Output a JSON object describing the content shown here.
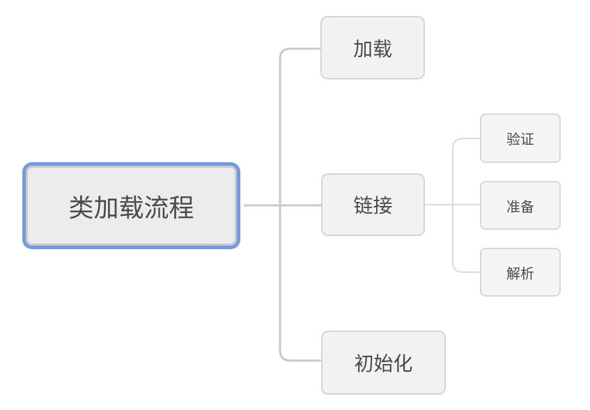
{
  "diagram": {
    "type": "mindmap",
    "root": {
      "label": "类加载流程",
      "selected": true
    },
    "children": [
      {
        "label": "加载",
        "children": []
      },
      {
        "label": "链接",
        "children": [
          {
            "label": "验证"
          },
          {
            "label": "准备"
          },
          {
            "label": "解析"
          }
        ]
      },
      {
        "label": "初始化",
        "children": []
      }
    ],
    "colors": {
      "canvas_background": "#ffffff",
      "selection_highlight": "#709ae1",
      "root_node_border": "#c9c9c9",
      "root_node_fill": "#ececec",
      "child_node_border": "#d4d4d4",
      "child_node_fill": "#f2f2f2",
      "grandchild_node_fill": "#f5f5f5",
      "connector_main": "#c7c9ca",
      "connector_sub": "#dadbdc",
      "text": "#4a4a4a"
    }
  }
}
